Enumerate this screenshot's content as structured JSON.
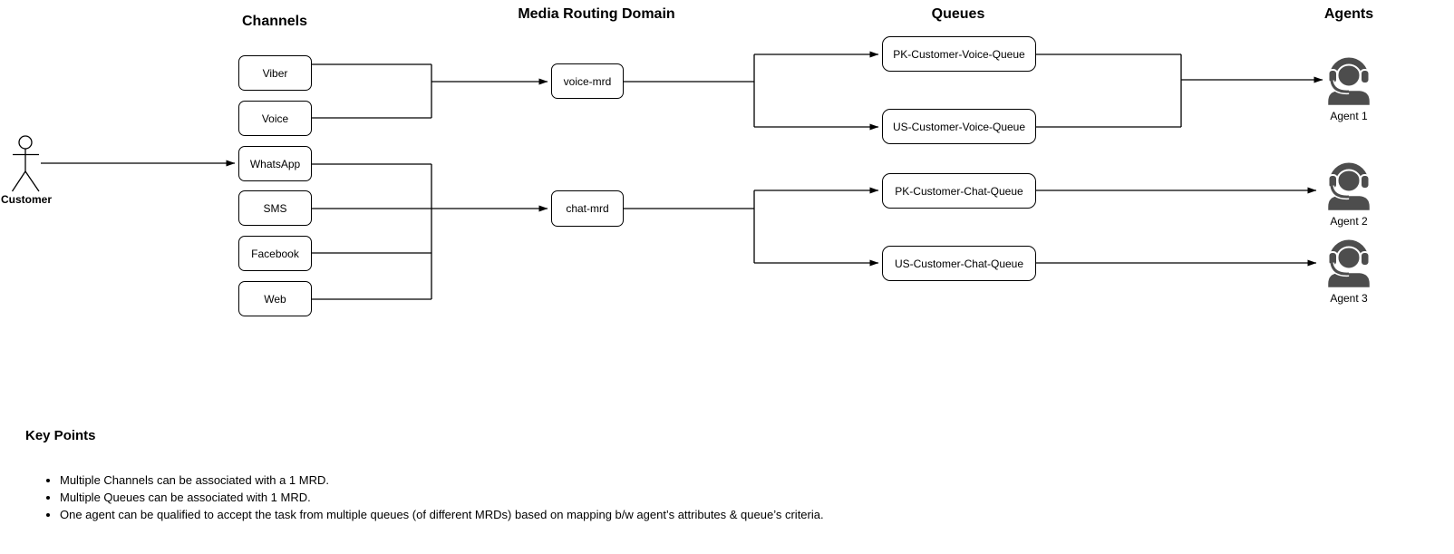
{
  "diagram": {
    "customer": {
      "label": "Customer"
    },
    "channels": {
      "title": "Channels",
      "items": [
        {
          "label": "Viber"
        },
        {
          "label": "Voice"
        },
        {
          "label": "WhatsApp"
        },
        {
          "label": "SMS"
        },
        {
          "label": "Facebook"
        },
        {
          "label": "Web"
        }
      ]
    },
    "mrd": {
      "title": "Media Routing Domain",
      "items": [
        {
          "label": "voice-mrd"
        },
        {
          "label": "chat-mrd"
        }
      ]
    },
    "queues": {
      "title": "Queues",
      "items": [
        {
          "label": "PK-Customer-Voice-Queue"
        },
        {
          "label": "US-Customer-Voice-Queue"
        },
        {
          "label": "PK-Customer-Chat-Queue"
        },
        {
          "label": "US-Customer-Chat-Queue"
        }
      ]
    },
    "agents": {
      "title": "Agents",
      "items": [
        {
          "label": "Agent 1"
        },
        {
          "label": "Agent 2"
        },
        {
          "label": "Agent 3"
        }
      ]
    }
  },
  "key_points": {
    "title": "Key Points",
    "bullets": [
      "Multiple Channels can be associated with a 1 MRD.",
      "Multiple Queues can be associated with 1 MRD.",
      "One agent can be qualified to accept the task from multiple queues (of different MRDs) based on mapping b/w agent’s attributes & queue’s criteria."
    ]
  },
  "colors": {
    "stroke": "#000000",
    "box_fill": "#ffffff",
    "agent_icon": "#4d4d4d",
    "text": "#000000"
  }
}
